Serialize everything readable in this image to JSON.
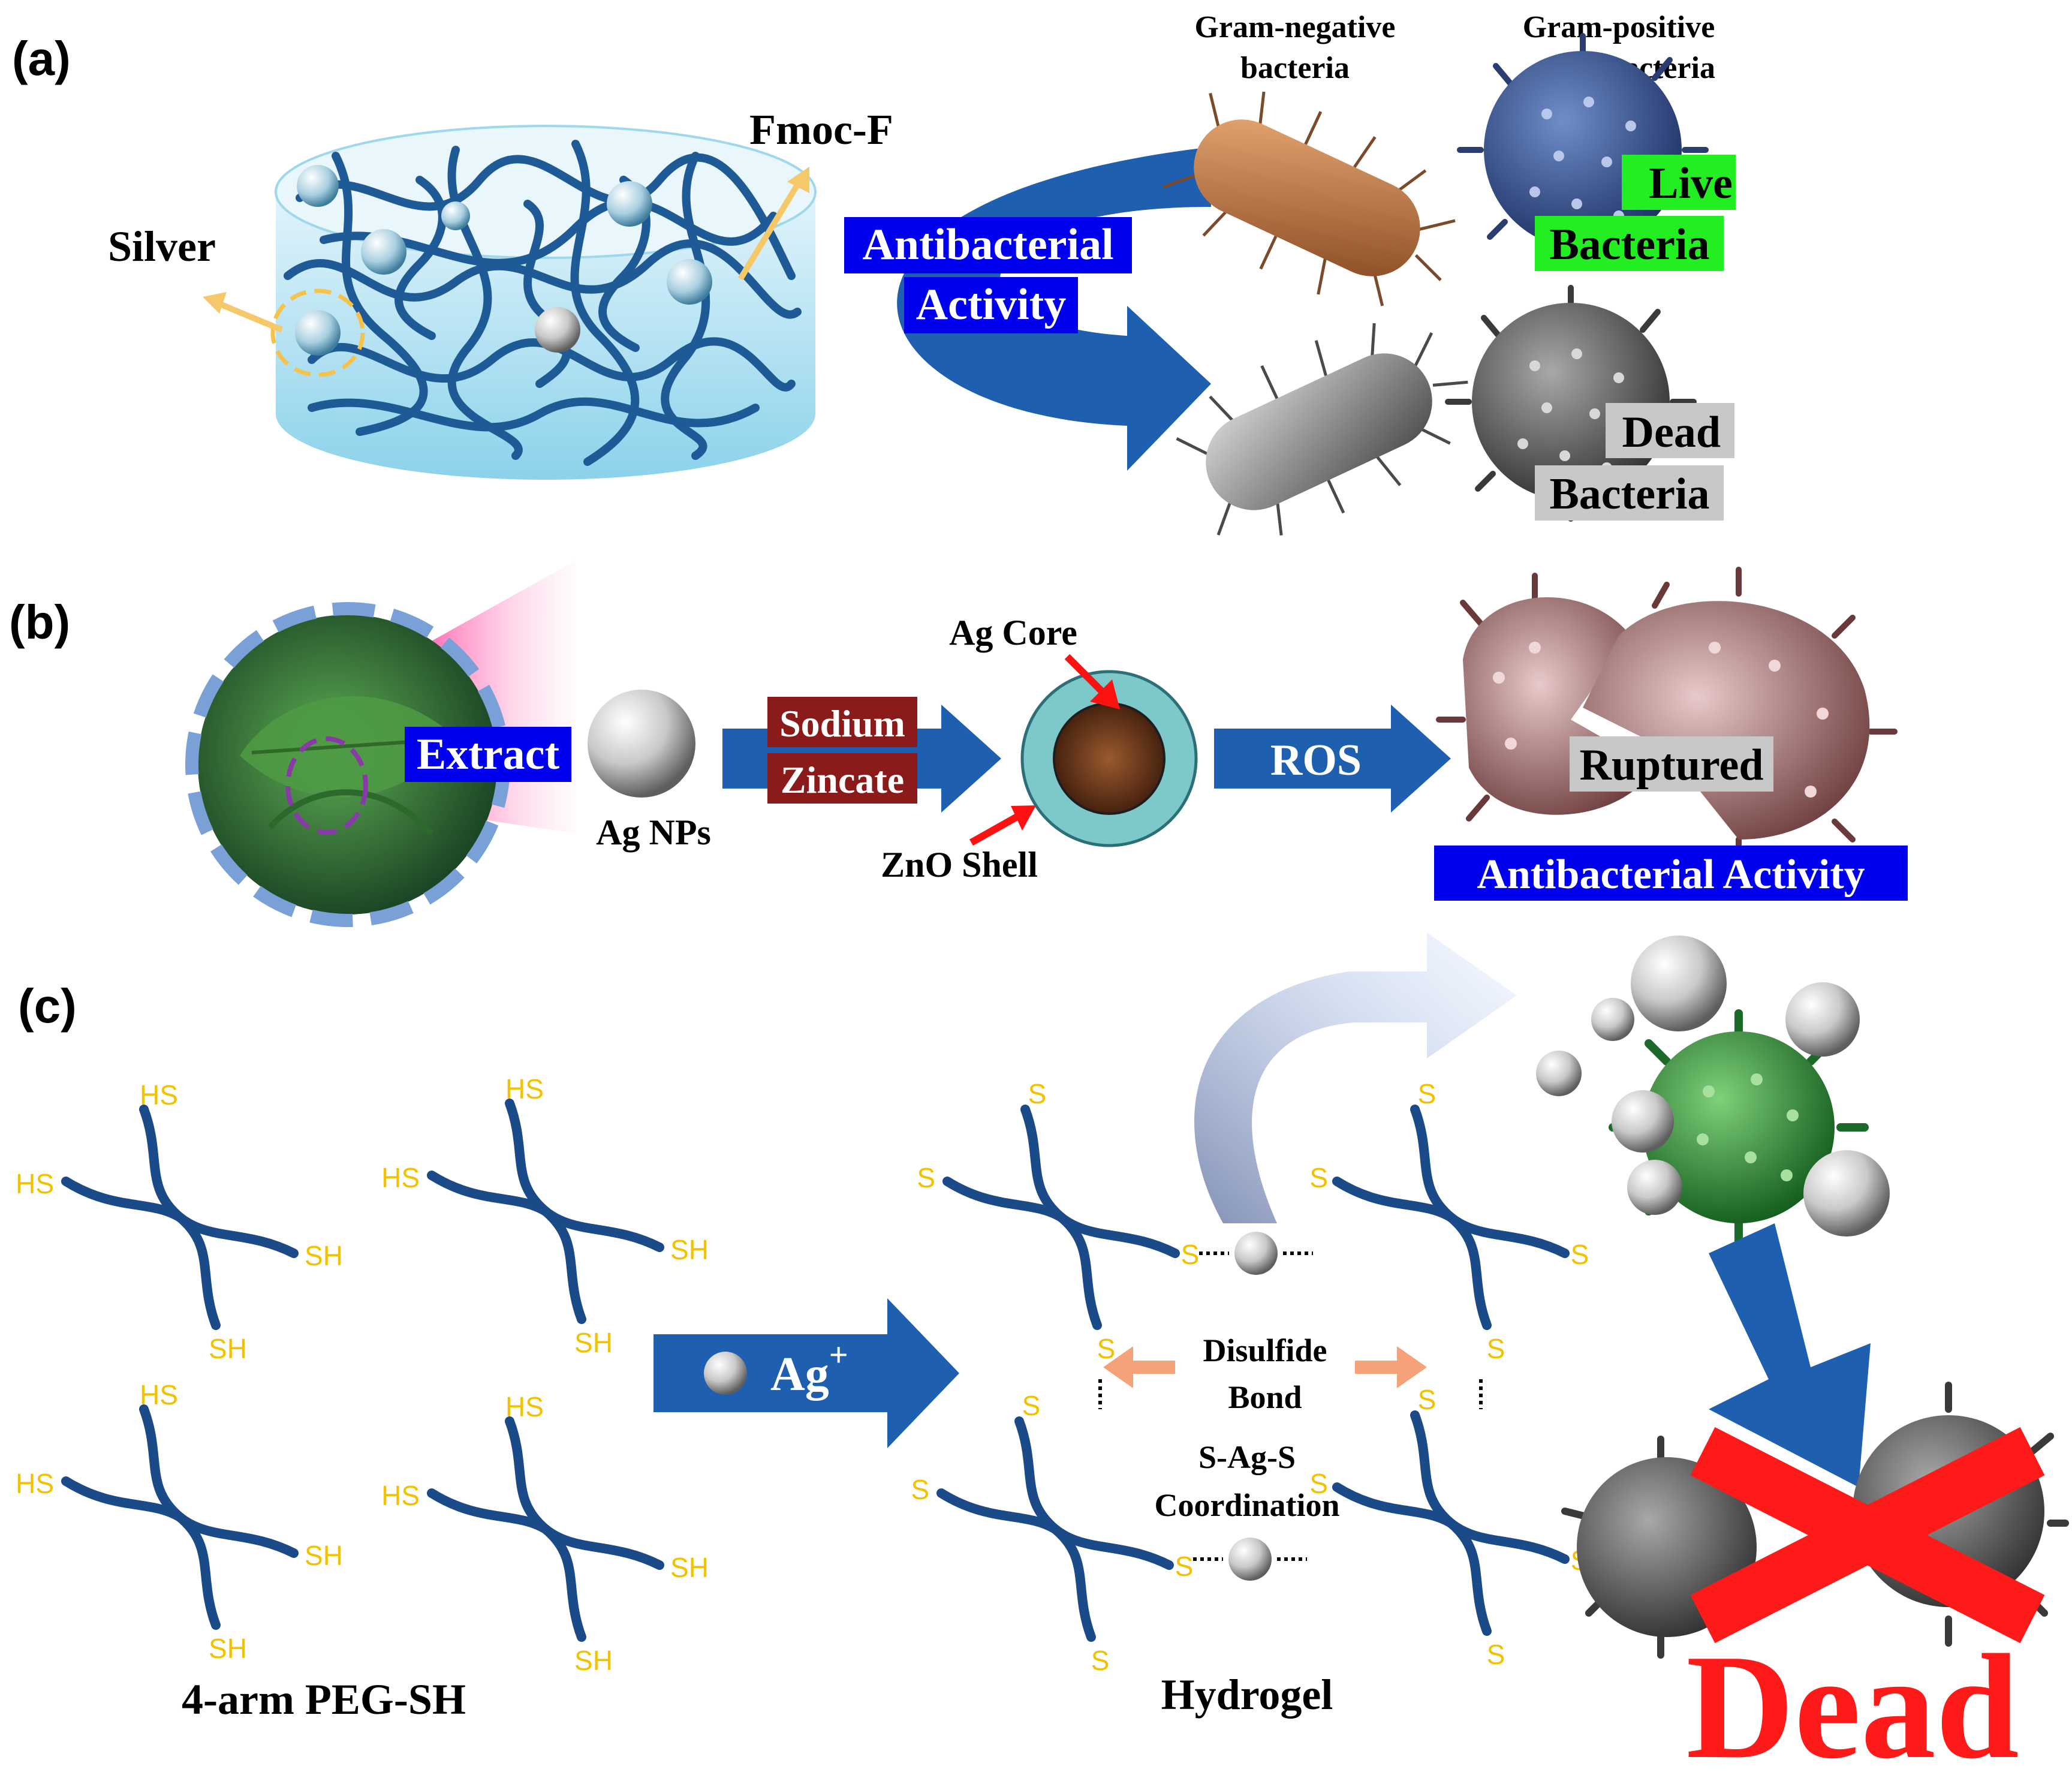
{
  "panel_a": {
    "label": "(a)",
    "silver": "Silver",
    "fmoc": "Fmoc-F",
    "activity_line1": "Antibacterial",
    "activity_line2": "Activity",
    "gram_negative_line1": "Gram-negative",
    "gram_negative_line2": "bacteria",
    "gram_positive_line1": "Gram-positive",
    "gram_positive_line2": "bacteria",
    "live_line1": "Live",
    "live_line2": "Bacteria",
    "dead_line1": "Dead",
    "dead_line2": "Bacteria"
  },
  "panel_b": {
    "label": "(b)",
    "extract": "Extract",
    "ag_nps": "Ag NPs",
    "sodium": "Sodium",
    "zincate": "Zincate",
    "ag_core": "Ag Core",
    "zno_shell": "ZnO Shell",
    "ros": "ROS",
    "ruptured": "Ruptured",
    "activity": "Antibacterial Activity"
  },
  "panel_c": {
    "label": "(c)",
    "hs": "HS",
    "sh": "SH",
    "s": "S",
    "ag_plus": "Ag",
    "plus": "+",
    "disulfide_line1": "Disulfide",
    "disulfide_line2": "Bond",
    "coord_line1": "S-Ag-S",
    "coord_line2": "Coordination",
    "peg": "4-arm PEG-SH",
    "hydrogel": "Hydrogel",
    "dead": "Dead"
  },
  "colors": {
    "arrow_blue": "#1f5fb0",
    "label_blue": "#0000ee",
    "live_green": "#22ee22",
    "dead_gray": "#c8c8c8",
    "zincate_red": "#8b1a1a",
    "thiol_yellow": "#f2c200",
    "chain_navy": "#1a4a88",
    "dead_red": "#ff1a1a"
  }
}
